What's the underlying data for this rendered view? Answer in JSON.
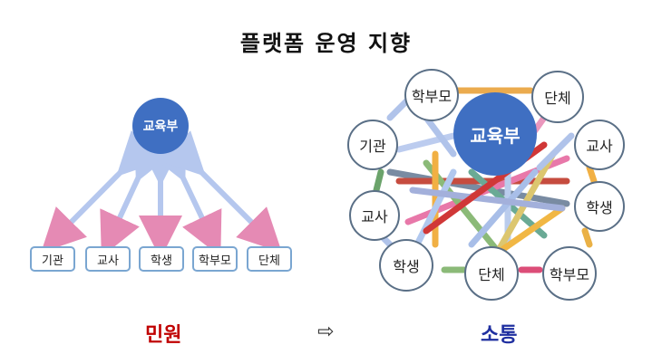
{
  "title": "플랫폼 운영 지향",
  "left": {
    "hub": "교육부",
    "boxes": [
      "기관",
      "교사",
      "학생",
      "학부모",
      "단체"
    ],
    "caption": "민원"
  },
  "arrow_symbol": "⇨",
  "right": {
    "hub": "교육부",
    "nodes": {
      "top_left": "학부모",
      "top_right": "단체",
      "left": "기관",
      "right_upper": "교사",
      "right_mid": "학생",
      "left_lower": "교사",
      "bottom_left": "학생",
      "bottom_center": "단체",
      "bottom_right": "학부모"
    },
    "caption": "소통"
  },
  "colors": {
    "hub": "#3f6fc2",
    "left_caption": "#c00000",
    "right_caption": "#1f2fa0"
  }
}
